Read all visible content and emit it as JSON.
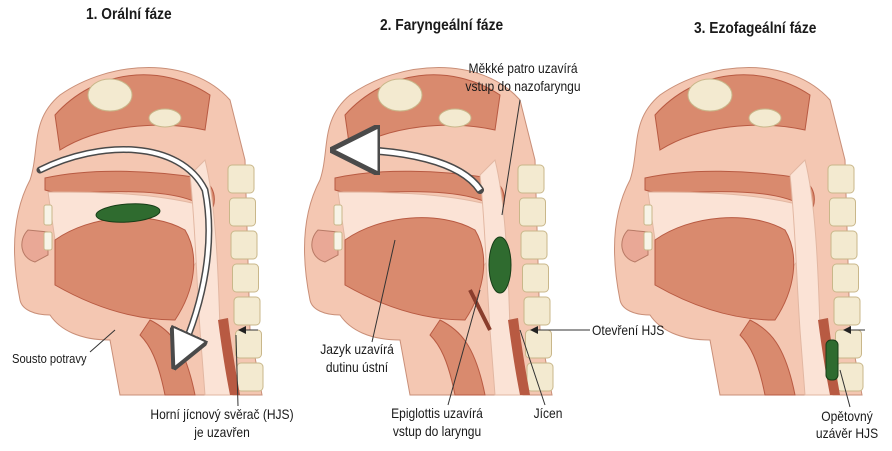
{
  "panels": [
    {
      "title": "1. Orální fáze"
    },
    {
      "title": "2. Faryngeální fáze"
    },
    {
      "title": "3. Ezofageální fáze"
    }
  ],
  "labels": {
    "bolus": "Sousto potravy",
    "ues_closed_1": "Horní jícnový svěrač (HJS)",
    "ues_closed_2": "je uzavřen",
    "soft_palate_1": "Měkké patro uzavírá",
    "soft_palate_2": "vstup do nazofaryngu",
    "tongue_1": "Jazyk uzavírá",
    "tongue_2": "dutinu ústní",
    "epiglottis_1": "Epiglottis uzavírá",
    "epiglottis_2": "vstup do laryngu",
    "esophagus": "Jícen",
    "ues_open": "Otevření HJS",
    "ues_reclosed_1": "Opětovný",
    "ues_reclosed_2": "uzávěr HJS"
  },
  "colors": {
    "skin": "#f4c7b2",
    "tissue": "#d98a6e",
    "tissue_dark": "#b85a42",
    "cavity": "#fbe3d6",
    "bone": "#f3ead0",
    "bone_edge": "#c9b78a",
    "bolus": "#2f6b2f",
    "arrow": "#ffffff",
    "arrow_edge": "#4a4a4a"
  }
}
